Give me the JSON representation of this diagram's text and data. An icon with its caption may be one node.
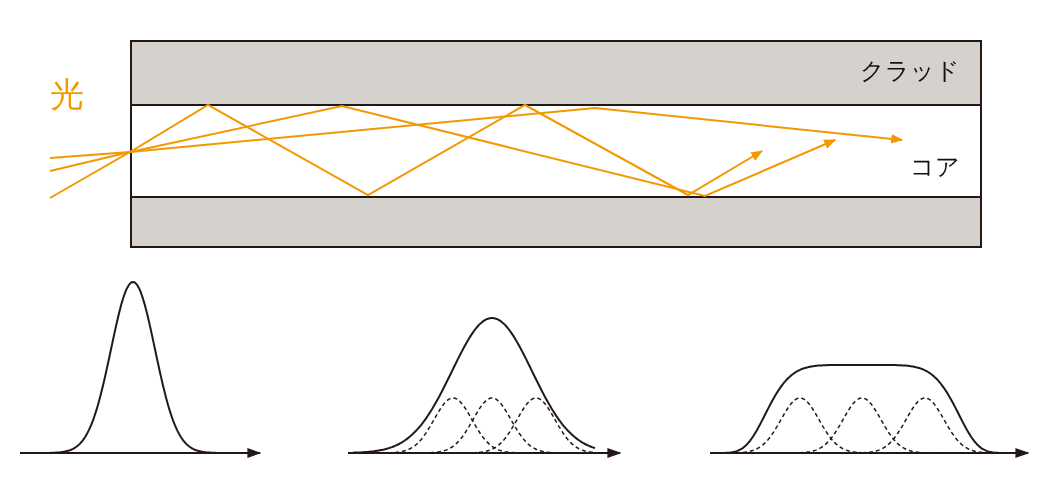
{
  "diagram": {
    "nodes": [
      {
        "text": [
          "クラッド"
        ]
      },
      {
        "text": [
          "コア"
        ]
      },
      {
        "text": [],
        "shape": "box"
      }
    ],
    "labels": [
      "光"
    ]
  }
}
